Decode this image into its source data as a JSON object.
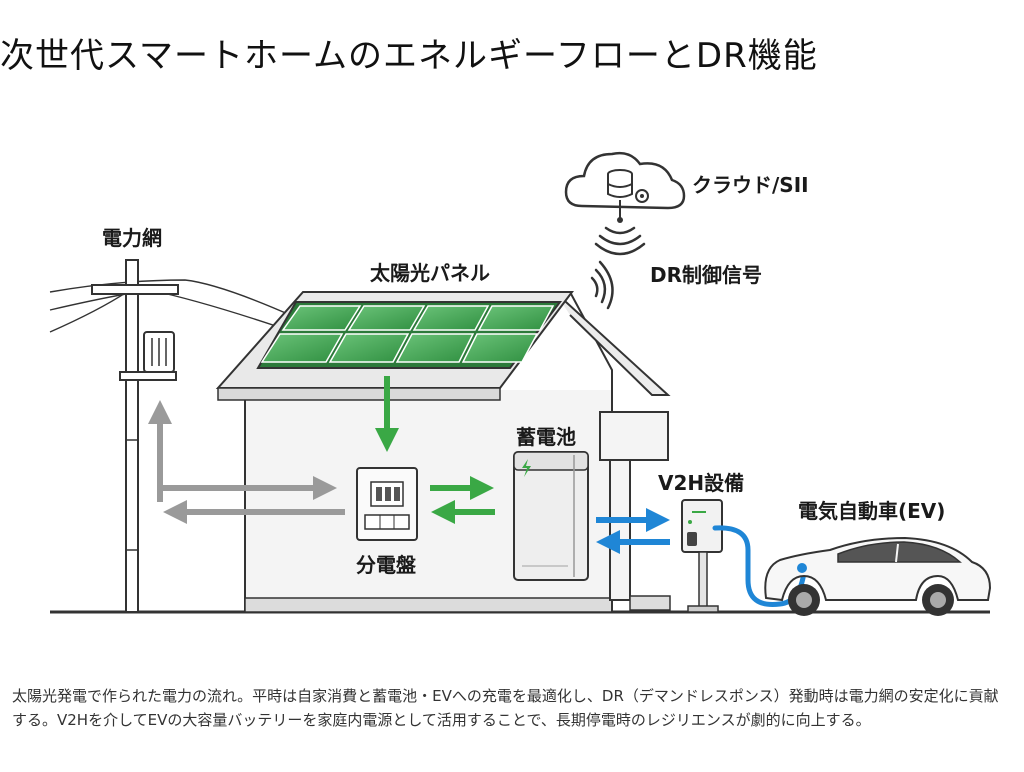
{
  "title": "次世代スマートホームのエネルギーフローとDR機能",
  "labels": {
    "grid": "電力網",
    "solar": "太陽光パネル",
    "cloud": "クラウド/SII",
    "dr_signal": "DR制御信号",
    "battery": "蓄電池",
    "panel": "分電盤",
    "v2h": "V2H設備",
    "ev": "電気自動車(EV)"
  },
  "caption": "太陽光発電で作られた電力の流れ。平時は自家消費と蓄電池・EVへの充電を最適化し、DR（デマンドレスポンス）発動時は電力網の安定化に貢献する。V2Hを介してEVの大容量バッテリーを家庭内電源として活用することで、長期停電時のレジリエンスが劇的に向上する。",
  "colors": {
    "solar_flow": "#3aa845",
    "grid_flow": "#9a9a9a",
    "ev_flow": "#1f86d6",
    "panel_cell": "#4cae5a"
  }
}
